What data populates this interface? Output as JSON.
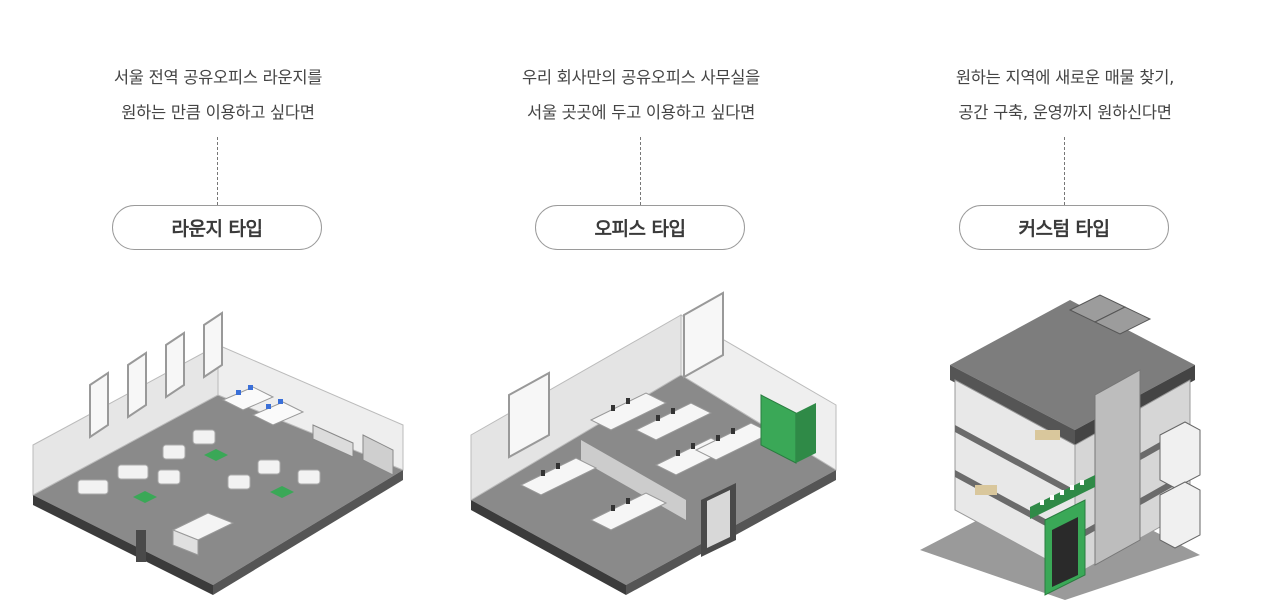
{
  "types": [
    {
      "desc_lines": [
        "서울 전역 공유오피스 라운지를",
        "원하는 만큼 이용하고 싶다면"
      ],
      "label": "라운지 타입",
      "illustration_icon": "lounge-floor-illustration"
    },
    {
      "desc_lines": [
        "우리 회사만의 공유오피스 사무실을",
        "서울 곳곳에 두고 이용하고 싶다면"
      ],
      "label": "오피스 타입",
      "illustration_icon": "office-floor-illustration"
    },
    {
      "desc_lines": [
        "원하는 지역에 새로운 매물 찾기,",
        "공간 구축, 운영까지 원하신다면"
      ],
      "label": "커스텀 타입",
      "illustration_icon": "custom-building-illustration"
    }
  ],
  "colors": {
    "accent_green": "#3aa857",
    "floor_gray": "#8a8a8a",
    "wall_gray": "#e4e4e4",
    "pill_border": "#9a9a9a"
  }
}
